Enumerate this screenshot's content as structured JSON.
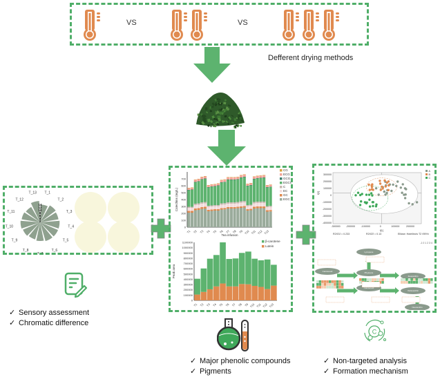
{
  "top": {
    "vs_labels": [
      "VS",
      "VS"
    ],
    "thermometer_groups": [
      1,
      2,
      3
    ],
    "caption": "Defferent drying methods",
    "colors": {
      "thermometer": "#e08a4f",
      "arrow": "#5db36f",
      "border": "#4fae68"
    }
  },
  "sensory_panel": {
    "radar_labels": [
      "T_1",
      "T_2",
      "T_3",
      "T_4",
      "T_5",
      "T_6",
      "T_7",
      "T_8",
      "T_9",
      "T_10",
      "T_11",
      "T_12",
      "T_13"
    ],
    "radar_scale": [
      "14",
      "12",
      "10",
      "8",
      "6",
      "4",
      "2"
    ],
    "radar_values": [
      10,
      11,
      10.5,
      11,
      11,
      11,
      10.5,
      10,
      10.5,
      11,
      10.5,
      10,
      12
    ],
    "swatch_color": "#f8f6dc",
    "checklist": [
      "Sensory assessment",
      "Chromatic difference"
    ]
  },
  "chemical_panel": {
    "checklist": [
      "Major phenolic compounds",
      "Pigments"
    ]
  },
  "metabolomics_panel": {
    "pca": {
      "y_ticks": [
        "300000",
        "200000",
        "100000",
        "0",
        "-100000",
        "-200000",
        "-300000",
        "-400000"
      ],
      "x_ticks": [
        "-300000",
        "-200000",
        "-100000",
        "0",
        "100000",
        "200000"
      ],
      "xlabel": "t[1]",
      "ylabel": "t[2]",
      "legend": [
        "A",
        "B",
        "C"
      ],
      "legend_colors": [
        "#8a9a8c",
        "#e08a4f",
        "#3fa85a"
      ],
      "footer": [
        "R2X[1] = 0.233",
        "R2X[2] = 0.13",
        "Ellipse: Hotelling's T2 (95%)"
      ]
    },
    "pathway": {
      "nodes": [
        "Carotenoid",
        "Phytoene",
        "Lycopene",
        "Carotenoid",
        "Zeaxanthin",
        "Violaxanthin",
        "Neoxanthin"
      ],
      "scale_label": "-1 0 1 2 3 4"
    },
    "checklist": [
      "Non-targeted analysis",
      "Formation mechanism"
    ]
  },
  "chart_data": [
    {
      "type": "bar",
      "stacked": true,
      "title": "",
      "xlabel": "Tea infusion",
      "ylabel": "Catechins (mg/L)",
      "ylim": [
        0,
        800
      ],
      "y_ticks": [
        0,
        100,
        200,
        300,
        400,
        500,
        600,
        700
      ],
      "categories": [
        "T1",
        "T1",
        "T2",
        "T2",
        "T3",
        "T3",
        "T4",
        "T4",
        "T5",
        "T5",
        "T6",
        "T6",
        "T7",
        "T7",
        "T8",
        "T8",
        "T9",
        "T9",
        "T10",
        "T10",
        "T11",
        "T11",
        "T12",
        "T12",
        "T13",
        "T13"
      ],
      "legend": [
        "CG",
        "ECG",
        "GCG",
        "EGCG",
        "C",
        "EC",
        "GC",
        "EGC"
      ],
      "series": [
        {
          "name": "EGC",
          "color": "#9aab9b",
          "values": [
            210,
            210,
            245,
            250,
            265,
            270,
            230,
            235,
            240,
            240,
            255,
            258,
            270,
            270,
            270,
            275,
            280,
            285,
            240,
            245,
            270,
            275,
            275,
            275,
            225,
            228
          ]
        },
        {
          "name": "GC",
          "color": "#e08a4f",
          "values": [
            25,
            25,
            25,
            25,
            25,
            25,
            20,
            20,
            20,
            20,
            20,
            20,
            20,
            20,
            20,
            20,
            20,
            20,
            20,
            20,
            25,
            25,
            25,
            25,
            20,
            20
          ]
        },
        {
          "name": "EC",
          "color": "#f2dcdc",
          "values": [
            45,
            45,
            50,
            50,
            50,
            50,
            45,
            45,
            45,
            45,
            50,
            50,
            50,
            50,
            50,
            50,
            55,
            55,
            45,
            45,
            50,
            50,
            50,
            50,
            45,
            45
          ]
        },
        {
          "name": "C",
          "color": "#c9b8b2",
          "values": [
            15,
            15,
            20,
            20,
            20,
            20,
            15,
            15,
            15,
            15,
            20,
            20,
            20,
            20,
            20,
            20,
            20,
            20,
            15,
            15,
            20,
            20,
            20,
            20,
            15,
            15
          ]
        },
        {
          "name": "EGCG",
          "color": "#5db36f",
          "values": [
            240,
            245,
            310,
            315,
            330,
            335,
            265,
            270,
            270,
            280,
            300,
            305,
            325,
            325,
            325,
            325,
            340,
            345,
            275,
            280,
            330,
            335,
            340,
            345,
            270,
            275
          ]
        },
        {
          "name": "GCG",
          "color": "#3d7d6e",
          "values": [
            5,
            5,
            5,
            5,
            5,
            5,
            5,
            5,
            5,
            5,
            5,
            5,
            5,
            5,
            5,
            5,
            5,
            5,
            5,
            5,
            5,
            5,
            5,
            5,
            5,
            5
          ]
        },
        {
          "name": "ECG",
          "color": "#f3a59a",
          "values": [
            25,
            25,
            30,
            30,
            30,
            30,
            25,
            25,
            25,
            25,
            30,
            30,
            30,
            30,
            30,
            30,
            30,
            30,
            25,
            25,
            30,
            30,
            30,
            30,
            25,
            25
          ]
        },
        {
          "name": "CG",
          "color": "#d9a441",
          "values": [
            5,
            5,
            5,
            5,
            5,
            5,
            5,
            5,
            5,
            5,
            5,
            5,
            5,
            5,
            5,
            5,
            5,
            5,
            5,
            5,
            5,
            5,
            5,
            5,
            5,
            5
          ]
        }
      ]
    },
    {
      "type": "bar",
      "stacked": true,
      "title": "",
      "xlabel": "",
      "ylabel": "Peak area",
      "ylim": [
        0,
        1100000
      ],
      "y_ticks": [
        0,
        100000,
        200000,
        300000,
        400000,
        500000,
        600000,
        700000,
        800000,
        900000,
        1000000,
        1100000
      ],
      "categories": [
        "T1",
        "T2",
        "T3",
        "T4",
        "T5",
        "T6",
        "T7",
        "T8",
        "T9",
        "T10",
        "T11",
        "T12",
        "T13"
      ],
      "legend": [
        "β-carotene",
        "Lutein"
      ],
      "series": [
        {
          "name": "Lutein",
          "color": "#e08a4f",
          "values": [
            110000,
            160000,
            210000,
            265000,
            320000,
            265000,
            265000,
            310000,
            305000,
            275000,
            255000,
            215000,
            280000
          ]
        },
        {
          "name": "β-carotene",
          "color": "#5db36f",
          "values": [
            300000,
            445000,
            580000,
            595000,
            780000,
            520000,
            530000,
            590000,
            620000,
            515000,
            505000,
            560000,
            395000
          ]
        }
      ]
    }
  ]
}
